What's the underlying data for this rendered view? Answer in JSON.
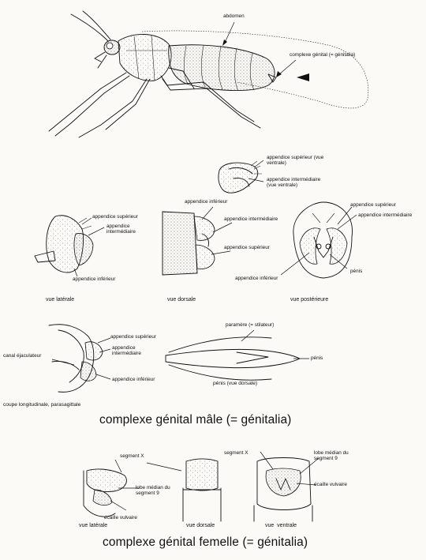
{
  "top": {
    "abdomen": "abdomen",
    "complexe": "complexe génital (= génitalia)"
  },
  "male": {
    "app_sup_ventrale": "appendice supérieur (vue ventrale)",
    "app_int_ventrale": "appendice intermédiaire (vue ventrale)",
    "lat_app_sup": "appendice supérieur",
    "lat_app_int": "appendice intermédiaire",
    "lat_app_inf": "appendice inférieur",
    "dor_app_inf": "appendice inférieur",
    "dor_app_int": "appendice intermédiaire",
    "dor_app_sup": "appendice supérieur",
    "post_app_sup": "appendice supérieur",
    "post_app_int": "appendice intermédiaire",
    "post_penis": "pénis",
    "post_app_inf": "appendice inférieur",
    "vue_laterale": "vue latérale",
    "vue_dorsale": "vue dorsale",
    "vue_posterieure": "vue postérieure",
    "cp_app_sup": "appendice supérieur",
    "cp_app_int": "appendice intermédiaire",
    "cp_canal": "canal éjaculateur",
    "cp_app_inf": "appendice inférieur",
    "coupe": "coupe longitudinale, parasagittale",
    "paramere": "paramère (= stilateur)",
    "penis": "pénis",
    "penis_dorsale": "pénis (vue dorsale)",
    "title": "complexe génital mâle (= génitalia)"
  },
  "female": {
    "lat_segment": "segment X",
    "lat_lobe": "lobe médian du segment 9",
    "lat_ecaille": "écaille vulvaire",
    "ven_segment": "segment X",
    "ven_lobe": "lobe médian du segment 9",
    "ven_ecaille": "écaille vulvaire",
    "vue_laterale": "vue latérale",
    "vue_dorsale": "vue dorsale",
    "vue_ventrale": "vue  ventrale",
    "title": "complexe génital femelle (= génitalia)"
  }
}
